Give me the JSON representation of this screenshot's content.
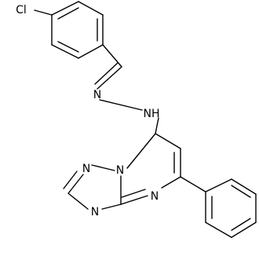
{
  "molecule": {
    "atoms": {
      "chlorine": "Cl",
      "hydrazone_n1": "N",
      "hydrazone_n2": "NH",
      "triazole_n1": "N",
      "triazole_n_bridge": "N",
      "triazole_n4": "N",
      "pyrimidine_n": "N"
    }
  }
}
